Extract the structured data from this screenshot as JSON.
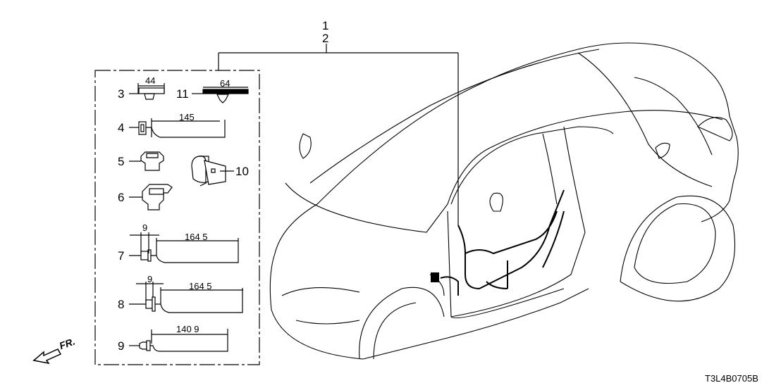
{
  "callouts": {
    "c1": "1",
    "c2": "2",
    "c3": "3",
    "c4": "4",
    "c5": "5",
    "c6": "6",
    "c7": "7",
    "c8": "8",
    "c9": "9",
    "c10": "10",
    "c11": "11"
  },
  "dimensions": {
    "d3": "44",
    "d11": "64",
    "d4": "145",
    "d7a": "9",
    "d7b": "164 5",
    "d8a": "9",
    "d8b": "164 5",
    "d9": "140 9"
  },
  "direction_label": "FR.",
  "diagram_code": "T3L4B0705B"
}
